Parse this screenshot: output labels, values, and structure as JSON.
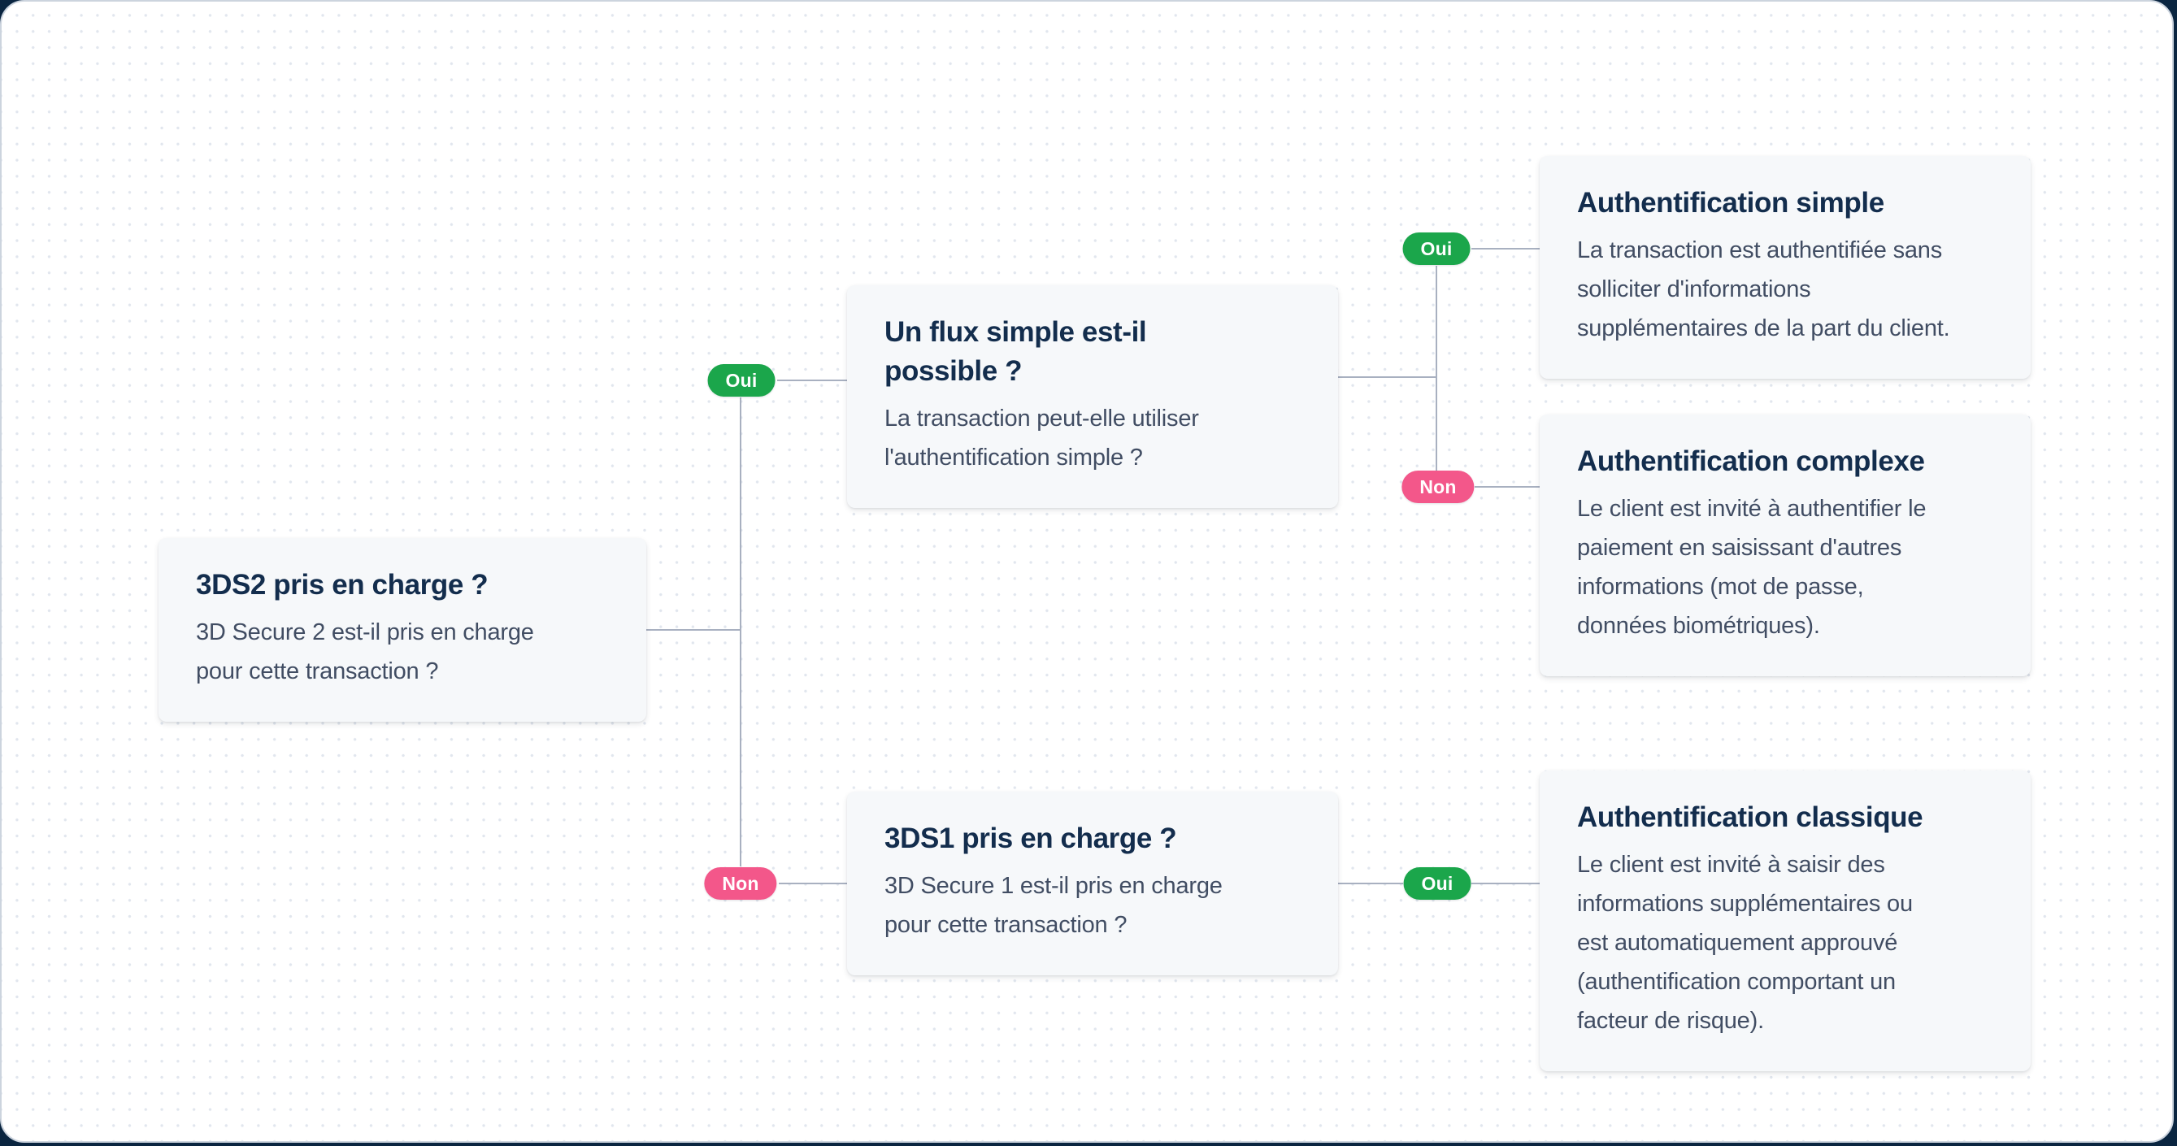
{
  "diagram": {
    "topic": "3D Secure authentication decision flow",
    "labels": {
      "yes": "Oui",
      "no": "Non"
    },
    "nodes": {
      "q_3ds2": {
        "title": "3DS2 pris en charge ?",
        "body": "3D Secure 2 est-il pris en charge\npour cette transaction ?"
      },
      "q_flux_simple": {
        "title": "Un flux simple est-il\npossible ?",
        "body": "La transaction peut-elle utiliser\nl'authentification simple ?"
      },
      "q_3ds1": {
        "title": "3DS1 pris en charge ?",
        "body": "3D Secure 1 est-il pris en charge\npour cette transaction ?"
      },
      "r_simple": {
        "title": "Authentification simple",
        "body": "La transaction est authentifiée sans\nsolliciter d'informations\nsupplémentaires de la part du client."
      },
      "r_complexe": {
        "title": "Authentification complexe",
        "body": "Le client est invité à authentifier le\npaiement en saisissant d'autres\ninformations (mot de passe,\ndonnées biométriques)."
      },
      "r_classique": {
        "title": "Authentification classique",
        "body": "Le client est invité à saisir des\ninformations supplémentaires ou\nest automatiquement approuvé\n(authentification comportant un\nfacteur de risque)."
      }
    },
    "edges": [
      {
        "from": "q_3ds2",
        "label": "Oui",
        "to": "q_flux_simple"
      },
      {
        "from": "q_3ds2",
        "label": "Non",
        "to": "q_3ds1"
      },
      {
        "from": "q_flux_simple",
        "label": "Oui",
        "to": "r_simple"
      },
      {
        "from": "q_flux_simple",
        "label": "Non",
        "to": "r_complexe"
      },
      {
        "from": "q_3ds1",
        "label": "Oui",
        "to": "r_classique"
      }
    ],
    "colors": {
      "yes_pill": "#1ba64b",
      "no_pill": "#f3578a",
      "connector": "#a8b0c0",
      "card_background": "#f6f8fa",
      "title_text": "#132d4d",
      "body_text": "#414d63",
      "dot_grid": "#e1e6ee",
      "canvas_background": "#ffffff",
      "outer_background": "#0a2540"
    }
  }
}
